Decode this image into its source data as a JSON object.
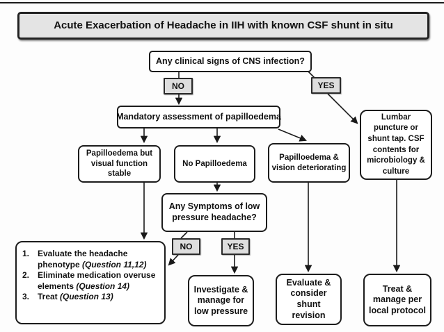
{
  "title": "Acute Exacerbation of Headache in IIH with known CSF shunt in situ",
  "nodes": {
    "cns_question": "Any clinical signs of CNS infection?",
    "no1": "NO",
    "yes1": "YES",
    "mandatory": "Mandatory assessment of papilloedema",
    "papilloedema_stable": "Papilloedema but visual function stable",
    "no_papilloedema": "No Papilloedema",
    "papilloedema_deteriorating": "Papilloedema & vision deteriorating",
    "lumbar_puncture": "Lumbar puncture or shunt tap. CSF contents for microbiology & culture",
    "low_pressure_question": "Any Symptoms of low pressure headache?",
    "no2": "NO",
    "yes2": "YES",
    "investigate": "Investigate & manage for low pressure",
    "evaluate_shunt": "Evaluate & consider shunt revision",
    "treat_protocol": "Treat & manage per local protocol"
  },
  "treatment": {
    "items": [
      {
        "num": "1.",
        "text": "Evaluate the headache phenotype ",
        "ref": "(Question 11,12)"
      },
      {
        "num": "2.",
        "text": "Eliminate medication overuse elements ",
        "ref": "(Question 14)"
      },
      {
        "num": "3.",
        "text": "Treat ",
        "ref": "(Question 13)"
      }
    ]
  },
  "colors": {
    "box_border": "#1c1c1c",
    "tag_fill": "#dedede",
    "title_fill": "#e4e4e4",
    "background": "#fdfdfd"
  }
}
